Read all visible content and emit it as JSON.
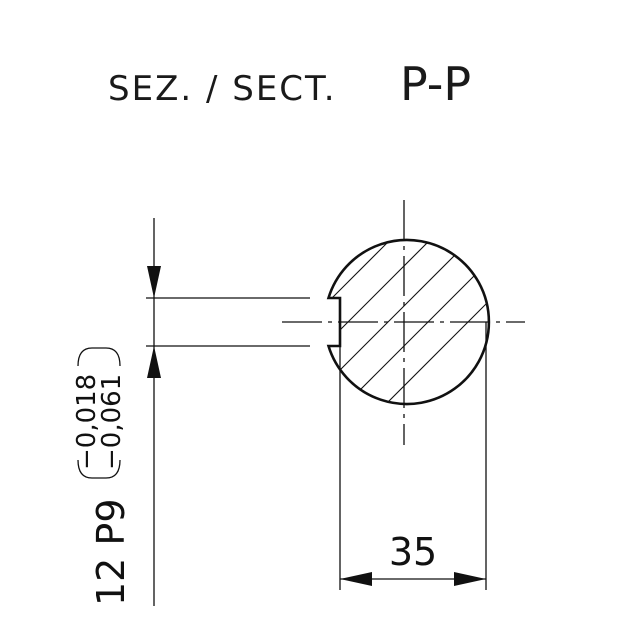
{
  "title": {
    "prefix": "SEZ. / SECT.",
    "section_id": "P-P"
  },
  "dimensions": {
    "diameter_value": "35",
    "keyway_label": "12 P9",
    "tolerance_upper": "−0,018",
    "tolerance_lower": "−0,061"
  },
  "colors": {
    "line": "#111111",
    "background": "#ffffff"
  }
}
